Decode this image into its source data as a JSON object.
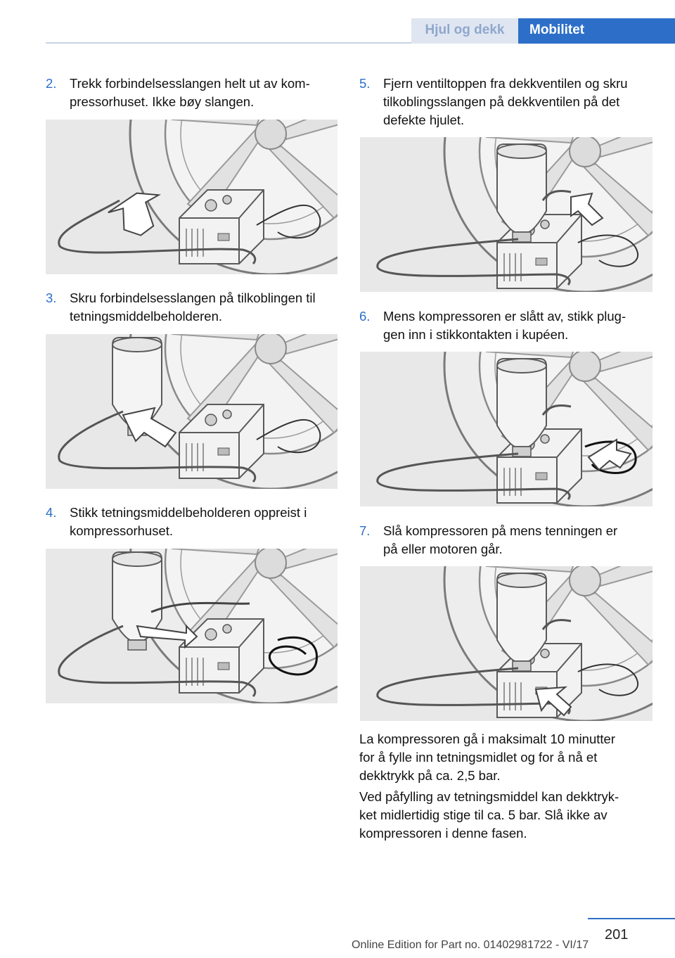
{
  "header": {
    "section_label": "Hjul og dekk",
    "chapter_label": "Mobilitet"
  },
  "steps": [
    {
      "num": "2.",
      "line1": "Trekk forbindelsesslangen helt ut av kom‐",
      "line2": "pressorhuset. Ikke bøy slangen."
    },
    {
      "num": "3.",
      "line1": "Skru forbindelsesslangen på tilkoblingen til",
      "line2": "tetningsmiddelbeholderen."
    },
    {
      "num": "4.",
      "line1": "Stikk tetningsmiddelbeholderen oppreist i",
      "line2": "kompressorhuset."
    },
    {
      "num": "5.",
      "line1": "Fjern ventiltoppen fra dekkventilen og skru",
      "line2": "tilkoblingsslangen på dekkventilen på det",
      "line3": "defekte hjulet."
    },
    {
      "num": "6.",
      "line1": "Mens kompressoren er slått av, stikk plug‐",
      "line2": "gen inn i stikkontakten i kupéen."
    },
    {
      "num": "7.",
      "line1": "Slå kompressoren på mens tenningen er",
      "line2": "på eller motoren går."
    }
  ],
  "paragraphs": [
    {
      "l1": "La kompressoren gå i maksimalt 10 minutter",
      "l2": "for å fylle inn tetningsmidlet og for å nå et",
      "l3": "dekktrykk på ca. 2,5 bar."
    },
    {
      "l1": "Ved påfylling av tetningsmiddel kan dekktryk‐",
      "l2": "ket midlertidig stige til ca. 5 bar. Slå ikke av",
      "l3": "kompressoren i denne fasen."
    }
  ],
  "footer": {
    "page_number": "201",
    "edition": "Online Edition for Part no. 01402981722 - VI/17"
  }
}
